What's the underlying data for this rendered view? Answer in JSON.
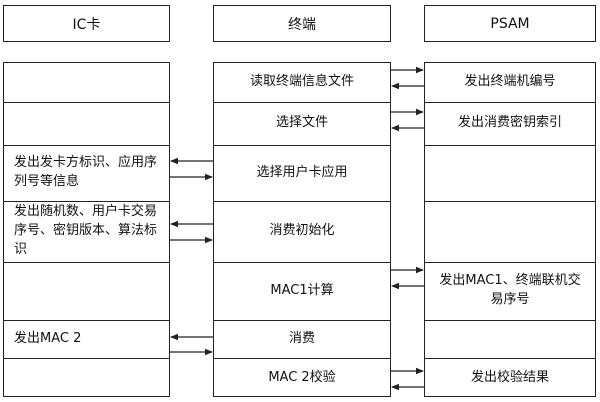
{
  "headers": {
    "ic": "IC卡",
    "terminal": "终端",
    "psam": "PSAM"
  },
  "ic_cells": [
    "",
    "",
    "发出发卡方标识、应用序列号等信息",
    "发出随机数、用户卡交易序号、密钥版本、算法标识",
    "",
    "发出MAC 2",
    ""
  ],
  "terminal_cells": [
    "读取终端信息文件",
    "选择文件",
    "选择用户卡应用",
    "消费初始化",
    "MAC1计算",
    "消费",
    "MAC 2校验"
  ],
  "psam_cells": [
    "发出终端机编号",
    "发出消费密钥索引",
    "",
    "",
    "发出MAC1、终端联机交易序号",
    "",
    "发出校验结果"
  ]
}
